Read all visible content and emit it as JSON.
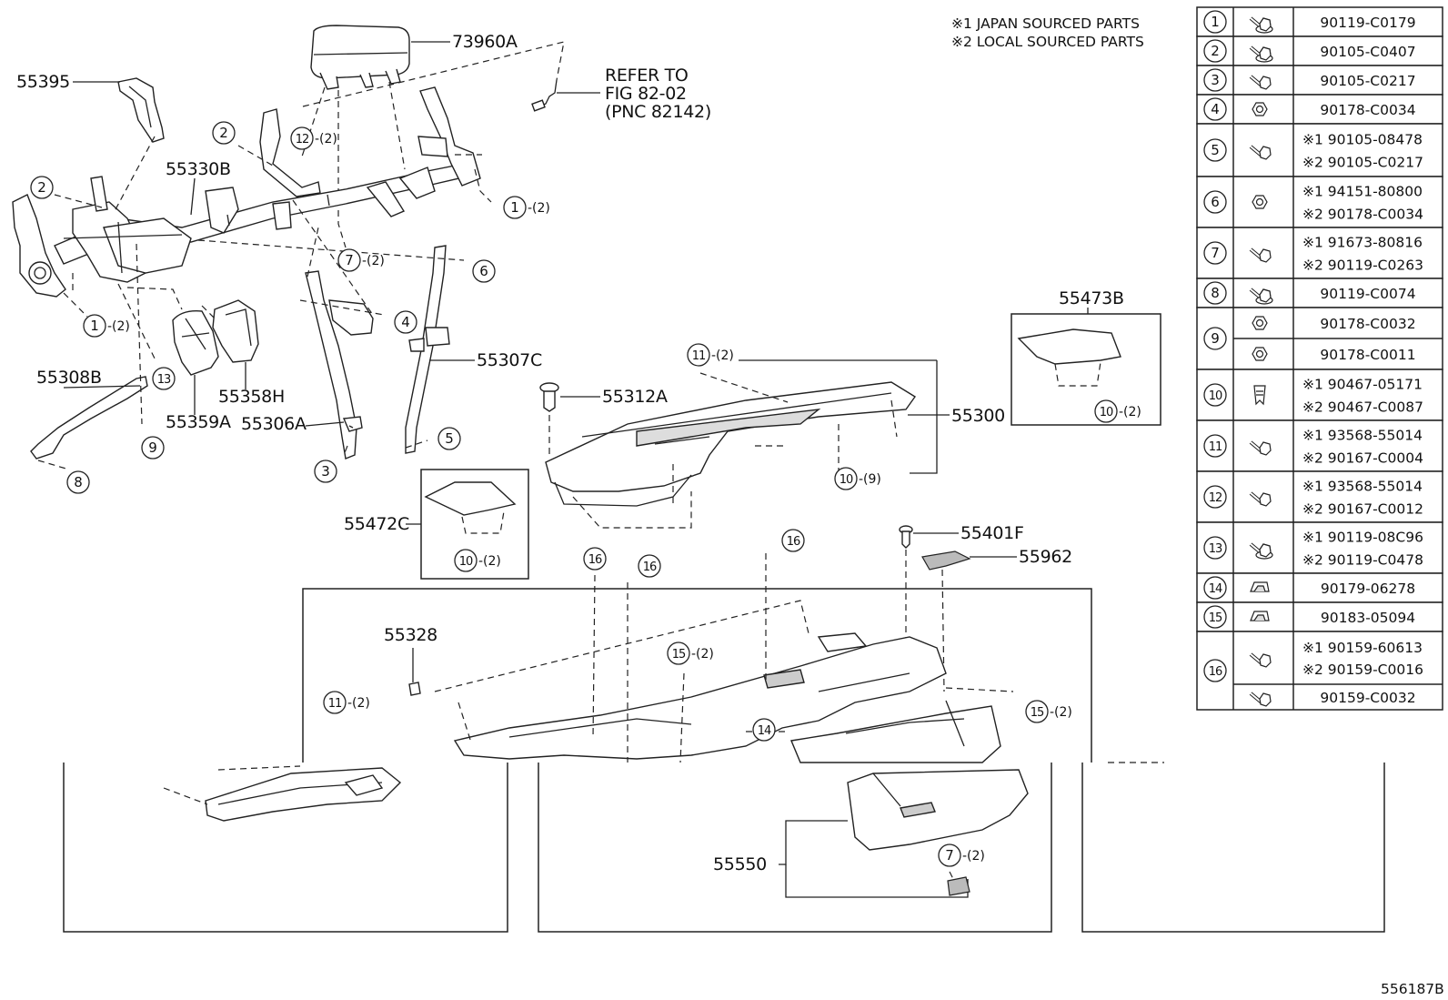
{
  "notes": [
    "※1 JAPAN SOURCED PARTS",
    "※2 LOCAL SOURCED PARTS"
  ],
  "refer": {
    "line1": "REFER TO",
    "line2": "FIG 82-02",
    "line3": "(PNC 82142)"
  },
  "figure_code": "556187B",
  "callouts": {
    "c73960A": "73960A",
    "c55395": "55395",
    "c55330B": "55330B",
    "c55308B": "55308B",
    "c55359A": "55359A",
    "c55358H": "55358H",
    "c55306A": "55306A",
    "c55307C": "55307C",
    "c55312A": "55312A",
    "c55300": "55300",
    "c55473B": "55473B",
    "c55472C": "55472C",
    "c55401F": "55401F",
    "c55962": "55962",
    "c55328": "55328",
    "c55550": "55550"
  },
  "markers": {
    "m12top": {
      "n": "12",
      "q": "-(2)"
    },
    "m2a": {
      "n": "2"
    },
    "m2b": {
      "n": "2"
    },
    "m1right": {
      "n": "1",
      "q": "-(2)"
    },
    "m7mid": {
      "n": "7",
      "q": "-(2)"
    },
    "m6": {
      "n": "6"
    },
    "m4": {
      "n": "4"
    },
    "m1left": {
      "n": "1",
      "q": "-(2)"
    },
    "m13": {
      "n": "13"
    },
    "m9": {
      "n": "9"
    },
    "m8": {
      "n": "8"
    },
    "m3": {
      "n": "3"
    },
    "m5": {
      "n": "5"
    },
    "m11top": {
      "n": "11",
      "q": "-(2)"
    },
    "m10main": {
      "n": "10",
      "q": "-(9)"
    },
    "m10r": {
      "n": "10",
      "q": "-(2)"
    },
    "m10l": {
      "n": "10",
      "q": "-(2)"
    },
    "m16a": {
      "n": "16"
    },
    "m16b": {
      "n": "16"
    },
    "m16c": {
      "n": "16"
    },
    "m15a": {
      "n": "15",
      "q": "-(2)"
    },
    "m15b": {
      "n": "15",
      "q": "-(2)"
    },
    "m11low": {
      "n": "11",
      "q": "-(2)"
    },
    "m14": {
      "n": "14"
    },
    "m7low": {
      "n": "7",
      "q": "-(2)"
    }
  },
  "parts_table": [
    {
      "no": "1",
      "pns": [
        "90119-C0179"
      ],
      "icon": "bolt-washer-icon"
    },
    {
      "no": "2",
      "pns": [
        "90105-C0407"
      ],
      "icon": "bolt-washer-icon"
    },
    {
      "no": "3",
      "pns": [
        "90105-C0217"
      ],
      "icon": "bolt-icon"
    },
    {
      "no": "4",
      "pns": [
        "90178-C0034"
      ],
      "icon": "nut-icon"
    },
    {
      "no": "5",
      "pns": [
        "※1 90105-08478",
        "※2 90105-C0217"
      ],
      "icon": "bolt-icon"
    },
    {
      "no": "6",
      "pns": [
        "※1 94151-80800",
        "※2 90178-C0034"
      ],
      "icon": "nut-icon"
    },
    {
      "no": "7",
      "pns": [
        "※1 91673-80816",
        "※2 90119-C0263"
      ],
      "icon": "bolt-icon"
    },
    {
      "no": "8",
      "pns": [
        "90119-C0074"
      ],
      "icon": "bolt-washer-icon"
    },
    {
      "no": "9",
      "pns": [
        "90178-C0032",
        "90178-C0011"
      ],
      "icon": "nut-icon",
      "split": true
    },
    {
      "no": "10",
      "pns": [
        "※1 90467-05171",
        "※2 90467-C0087"
      ],
      "icon": "clip-icon"
    },
    {
      "no": "11",
      "pns": [
        "※1 93568-55014",
        "※2 90167-C0004"
      ],
      "icon": "screw-icon"
    },
    {
      "no": "12",
      "pns": [
        "※1 93568-55014",
        "※2 90167-C0012"
      ],
      "icon": "screw-icon"
    },
    {
      "no": "13",
      "pns": [
        "※1 90119-08C96",
        "※2 90119-C0478"
      ],
      "icon": "bolt-washer-icon"
    },
    {
      "no": "14",
      "pns": [
        "90179-06278"
      ],
      "icon": "clip-nut-icon"
    },
    {
      "no": "15",
      "pns": [
        "90183-05094"
      ],
      "icon": "clip-nut-icon"
    },
    {
      "no": "16",
      "pns": [
        "※1 90159-60613",
        "※2 90159-C0016",
        "90159-C0032"
      ],
      "icon": "screw-icon",
      "split3": true
    }
  ]
}
